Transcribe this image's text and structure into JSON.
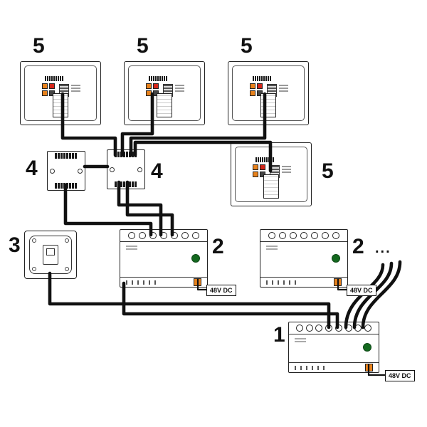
{
  "monitors": [
    {
      "label": "5"
    },
    {
      "label": "5"
    },
    {
      "label": "5"
    },
    {
      "label": "5"
    }
  ],
  "distributors": [
    {
      "label": "4"
    },
    {
      "label": "4"
    }
  ],
  "door_station": {
    "label": "3"
  },
  "bus_modules": [
    {
      "label": "2",
      "psu_label": "48V DC"
    },
    {
      "label": "2",
      "psu_label": "48V DC",
      "continuation": "..."
    }
  ],
  "main_module": {
    "label": "1",
    "psu_label": "48V DC"
  },
  "colors": {
    "wire": "#111111",
    "orange": "#e8821c",
    "red": "#d3261a",
    "green": "#14691f"
  }
}
